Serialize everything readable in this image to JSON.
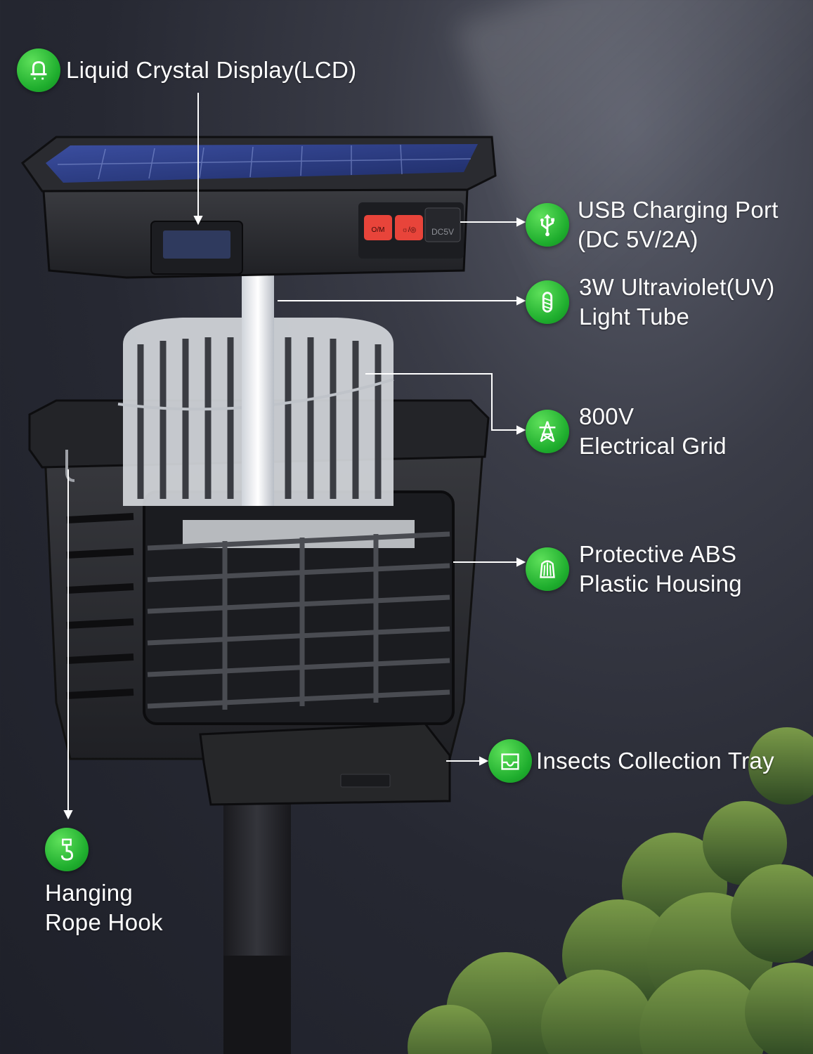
{
  "callouts": {
    "lcd": {
      "label": "Liquid Crystal Display(LCD)",
      "icon": "lcd-icon"
    },
    "usb": {
      "line1": "USB Charging Port",
      "line2": "(DC 5V/2A)",
      "icon": "usb-icon"
    },
    "uv": {
      "line1": "3W Ultraviolet(UV)",
      "line2": "Light Tube",
      "icon": "uv-tube-icon"
    },
    "grid": {
      "line1": "800V",
      "line2": "Electrical Grid",
      "icon": "power-tower-icon"
    },
    "housing": {
      "line1": "Protective ABS",
      "line2": "Plastic Housing",
      "icon": "housing-icon"
    },
    "tray": {
      "label": "Insects Collection Tray",
      "icon": "tray-icon"
    },
    "hook": {
      "line1": "Hanging",
      "line2": "Rope Hook",
      "icon": "hook-icon"
    }
  },
  "device": {
    "port_label": "DC5V",
    "button1_label": "O/M",
    "button2_label": "☼/◎"
  },
  "colors": {
    "accent_green": "#1fae2e",
    "button_red": "#e8443a",
    "solar_blue": "#2d3f86"
  }
}
